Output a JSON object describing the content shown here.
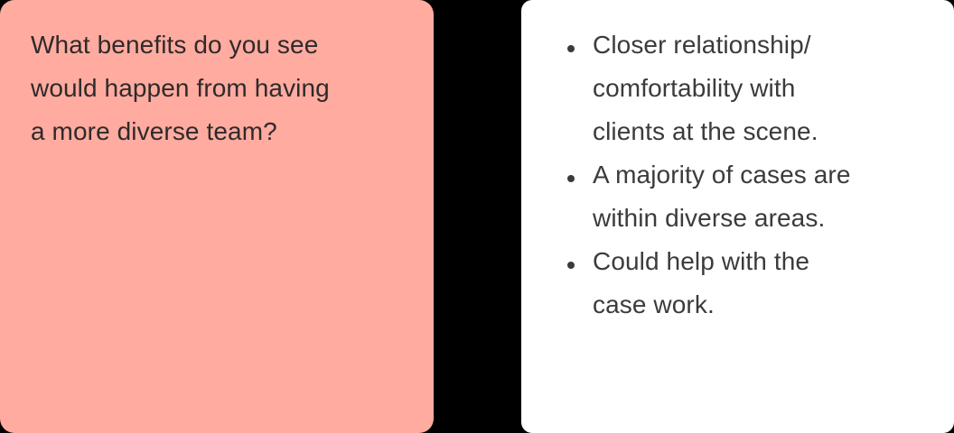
{
  "colors": {
    "page-bg": "#000000",
    "question-bg": "#FFABA0",
    "question-text": "#2F2A2A",
    "answer-bg": "#FFFFFF",
    "answer-text": "#3B3B3B",
    "bullet": "#3B3B3B"
  },
  "question_card": {
    "text": "What benefits do you see would happen from having a more diverse team?",
    "lines": [
      "What benefits do you see",
      "would happen from having",
      "a more diverse team?"
    ]
  },
  "answer_card": {
    "bullets": [
      {
        "text": "Closer relationship/comfortability with clients at the scene.",
        "lines": [
          "Closer relationship/",
          "comfortability with",
          "clients at the scene."
        ]
      },
      {
        "text": "A majority of cases are within diverse areas.",
        "lines": [
          "A majority of cases are",
          "within diverse areas."
        ]
      },
      {
        "text": "Could help with the case work.",
        "lines": [
          "Could help with the",
          "case work."
        ]
      }
    ]
  }
}
